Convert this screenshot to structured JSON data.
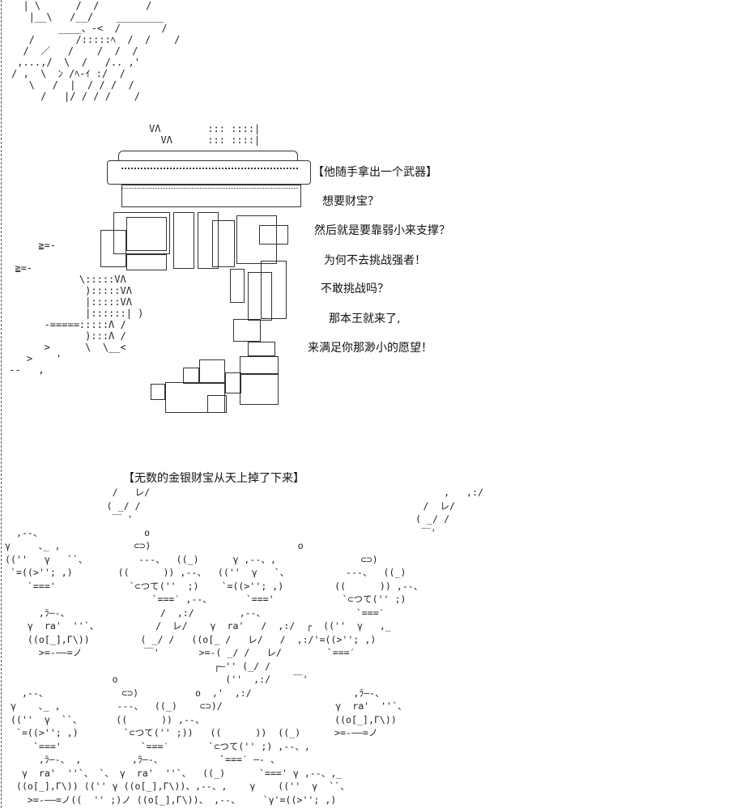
{
  "section1": {
    "caption": "【他随手拿出一个武器】",
    "lines": [
      "想要财宝？",
      "然后就是要靠弱小来支撑？",
      "为何不去挑战强者！",
      "不敢挑战吗？",
      "那本王就来了,",
      "来满足你那渺小的愿望！"
    ],
    "ascii_top": [
      "  | \\      /  /        /",
      "   |__\\   /__/    ________",
      "        ____、-<  /       /",
      "   /       /:::::ﾍ  /  /    /",
      "  /  ／   /    /  /  /",
      " ,...,/  \\  /   /.. ,'  ",
      "/ ,  \\  ﾝ /ﾍ-ｲ :/  /",
      "   \\   /  |  / / /  /",
      "     /   |/ / / /    /"
    ],
    "ascii_weapon": "VΛ        ::: ::::|\n  VΛ      ::: ::::|",
    "ascii_body": "      ≧=-\n                             \n  ≧=-      \n             \\:::::VΛ\n              ):::::VΛ\n              |:::::VΛ\n              |::::::| )\n       -=====:::::Λ /\n              ):::Λ /\n       >      \\  \\__<\n    >    '\n --   ,"
  },
  "section2": {
    "caption": "【无数的金银财宝从天上掉了下来】",
    "ascii_rain": [
      "                   /   レ/                                                    ,   ,:/",
      "                  ( _/ /                                                  /  レ/",
      "                   ￣ '                                                  ( _/ /",
      "  ,--、                  o                                                ￣'",
      "γ     ､_ ,             ⊂⊃)                          o",
      "((''   γ   ``、         ---、  ((_)      γ ,--、,               ⊂⊃)",
      " `=((>''; ,)        ((      )) ,--、  ((''  γ   `、          ---、  ((_)",
      "    `==='             `⊂つて(''  ;)    `=((>''; ,)         ((      )) ,--、",
      "                          `===′ ,--、      `==='            `⊂つて('' ;)",
      "      ,ﾗ―‐、                /  ,:/        ,-‐、                `===′",
      "    γ  ra'  ''`、          /  レ/    γ  ra'   /  ,:/  ┌  ((''  γ   ,_",
      "    ((o[_],Г\\))         ( _/ /   ((o[_ /   レ/   /  ,:/'=((>''; ,)",
      "      >=‐――=ノ           ￣'       >=-( _/ /   レ/        `===′",
      "                                     ┌―'' (_/ /",
      "                   o                   (''  ,:/    ￣'",
      "   ,--、             ⊂⊃)          o  ,'  ,:/                  ,ﾗ―‐、",
      " γ    ､_ ,          ---、  ((_)    ⊂⊃)/                    γ  ra'  ''`、",
      " ((''  γ  ``、      ((      )) ,--、                       ((o[_],Г\\))",
      "  `=((>''; ,)        `⊂つて('' ;))   ((      ))  ((_)      >=‐――=ノ",
      "     `==='              `===′       `⊂つて('' ;) ,--、,",
      "      ,ﾗ―‐、 ,         ,ﾗ―‐、          `===′ ―- 、",
      "   γ  ra'  ''`、 `、 γ  ra'  ''`、  ((_)      `===' γ ,--、,_",
      "  ((o[_],Г\\)) (('' γ ((o[_],Г\\))、,--、,    γ    ((''  γ  ``、",
      "    >=‐――=ノ((  '' ;)ノ ((o[_],Г\\))、 ,--、    `γ'=((>''; ,)"
    ]
  }
}
